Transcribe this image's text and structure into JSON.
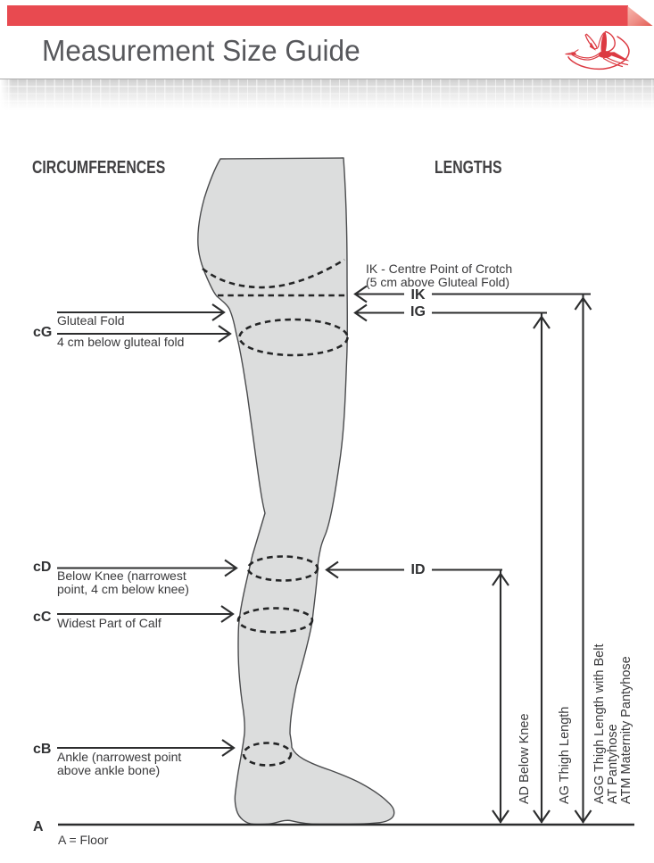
{
  "header": {
    "title": "Measurement Size Guide",
    "bar_color": "#e84a50",
    "logo_icon": "crane-logo"
  },
  "section_headings": {
    "left": "CIRCUMFERENCES",
    "right": "LENGTHS"
  },
  "circumferences": [
    {
      "code": "cG",
      "lines": [
        "Gluteal Fold",
        "4 cm below gluteal fold"
      ]
    },
    {
      "code": "cD",
      "lines": [
        "Below Knee (narrowest\npoint, 4 cm below knee)"
      ]
    },
    {
      "code": "cC",
      "lines": [
        "Widest Part of Calf"
      ]
    },
    {
      "code": "cB",
      "lines": [
        "Ankle (narrowest point\nabove ankle bone)"
      ]
    }
  ],
  "floor": {
    "code": "A",
    "label": "A = Floor"
  },
  "lengths": {
    "ik": {
      "code": "IK",
      "note": "IK - Centre Point of Crotch\n(5 cm above Gluteal Fold)"
    },
    "ig": {
      "code": "IG"
    },
    "id": {
      "code": "ID"
    },
    "verticals": [
      {
        "label": "AD Below Knee"
      },
      {
        "label": "AG Thigh Length"
      },
      {
        "label": "AGG Thigh Length with Belt\nAT Pantyhose\nATM Maternity Pantyhose"
      }
    ]
  },
  "colors": {
    "accent_red": "#e84a50",
    "leg_fill": "#dcdddd",
    "line_dark": "#2c2d2e"
  }
}
